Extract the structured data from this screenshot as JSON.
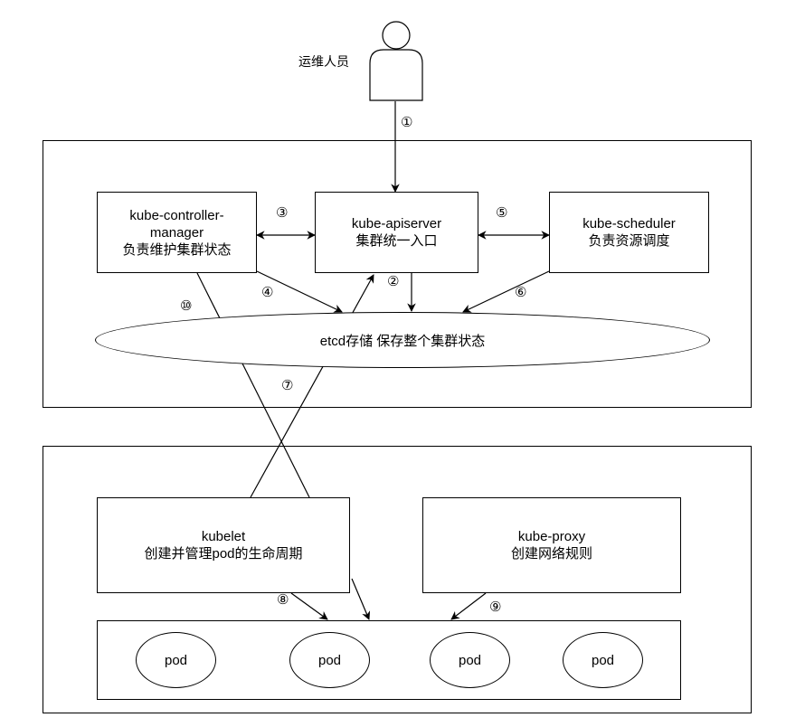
{
  "operator": {
    "label": "运维人员"
  },
  "control_plane": {
    "controller_manager": {
      "line1": "kube-controller-",
      "line2": "manager",
      "line3": "负责维护集群状态"
    },
    "apiserver": {
      "line1": "kube-apiserver",
      "line2": "集群统一入口"
    },
    "scheduler": {
      "line1": "kube-scheduler",
      "line2": "负责资源调度"
    },
    "etcd": {
      "label": "etcd存储 保存整个集群状态"
    }
  },
  "node": {
    "kubelet": {
      "line1": "kubelet",
      "line2": "创建并管理pod的生命周期"
    },
    "kube_proxy": {
      "line1": "kube-proxy",
      "line2": "创建网络规则"
    },
    "pods": [
      "pod",
      "pod",
      "pod",
      "pod"
    ]
  },
  "step_numbers": {
    "s1": "①",
    "s2": "②",
    "s3": "③",
    "s4": "④",
    "s5": "⑤",
    "s6": "⑥",
    "s7": "⑦",
    "s8": "⑧",
    "s9": "⑨",
    "s10": "⑩"
  }
}
